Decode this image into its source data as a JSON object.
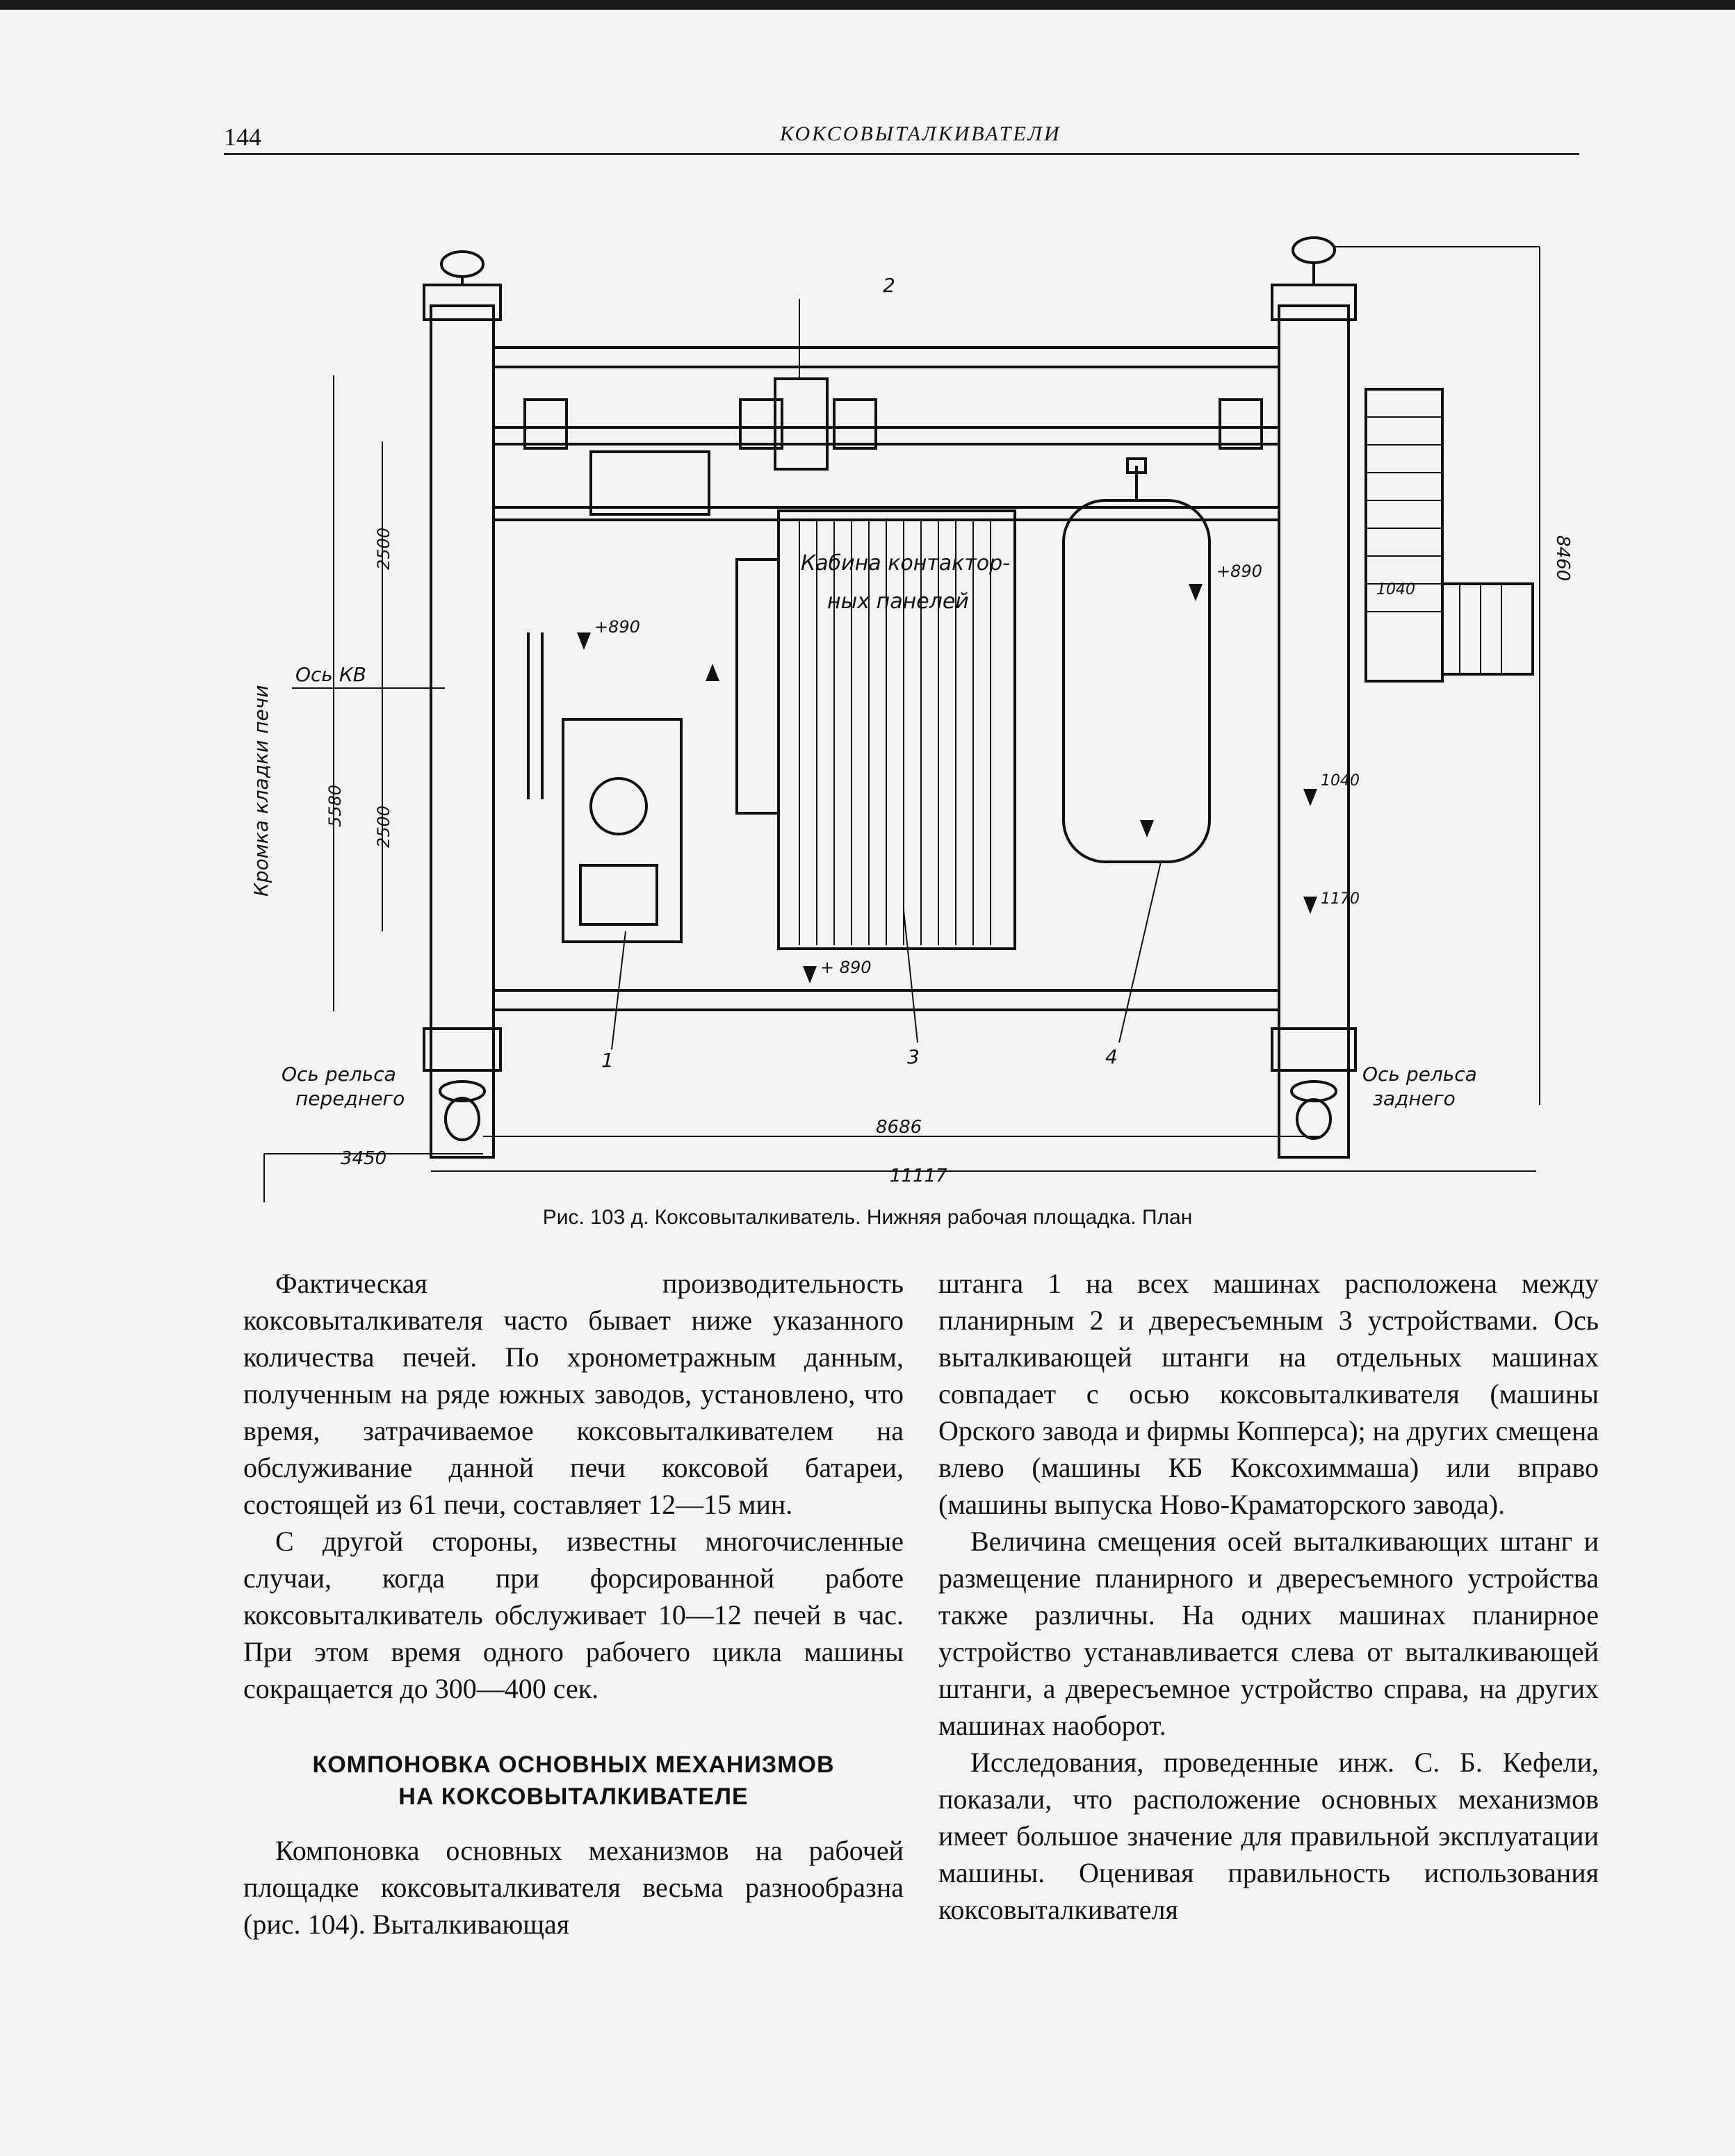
{
  "header": {
    "page_number": "144",
    "running_title": "КОКСОВЫТАЛКИВАТЕЛИ"
  },
  "figure": {
    "caption": "Рис. 103 д. Коксовыталкиватель. Нижняя рабочая площадка. План",
    "labels": {
      "cabin_line1": "Кабина контактор-",
      "cabin_line2": "ных панелей",
      "axis_kv": "Ось КВ",
      "oven_edge": "Кромка кладки печи",
      "front_rail_1": "Ось рельса",
      "front_rail_2": "переднего",
      "rear_rail_1": "Ось рельса",
      "rear_rail_2": "заднего",
      "dim_2500_top": "2500",
      "dim_2500_bottom": "2500",
      "dim_5580": "5580",
      "dim_8460": "8460",
      "dim_8686": "8686",
      "dim_3450": "3450",
      "dim_11117": "11117",
      "mark_890_a": "+890",
      "mark_890_b": "+890",
      "mark_890_c": "+ 890",
      "mark_1040_a": "1040",
      "mark_1040_b": "1040",
      "mark_1170": "1170",
      "callout_1": "1",
      "callout_2": "2",
      "callout_3": "3",
      "callout_4": "4"
    }
  },
  "left_column": {
    "p1": "Фактическая производительность коксовыталкивателя часто бывает ниже указанного количества печей. По хронометражным данным, полученным на ряде южных заводов, установлено, что время, затрачиваемое коксовыталкивателем на обслуживание данной печи коксовой батареи, состоящей из 61 печи, составляет 12—15 мин.",
    "p2": "С другой стороны, известны многочисленные случаи, когда при форсированной работе коксовыталкиватель обслуживает 10—12 печей в час. При этом время одного рабочего цикла машины сокращается до 300—400 сек.",
    "heading_line1": "КОМПОНОВКА ОСНОВНЫХ МЕХАНИЗМОВ",
    "heading_line2": "НА КОКСОВЫТАЛКИВАТЕЛЕ",
    "p3": "Компоновка основных механизмов на рабочей площадке коксовыталкивателя весьма разнообразна (рис. 104). Выталкивающая"
  },
  "right_column": {
    "p1": "штанга 1 на всех машинах расположена между планирным 2 и двересъемным 3 устройствами. Ось выталкивающей штанги на отдельных машинах совпадает с осью коксовыталкивателя (машины Орского завода и фирмы Копперса); на других смещена влево (машины КБ Коксохиммаша) или вправо (машины выпуска Ново-Краматорского завода).",
    "p2": "Величина смещения осей выталкивающих штанг и размещение планирного и двересъемного устройства также различны. На одних машинах планирное устройство устанавливается слева от выталкивающей штанги, а двересъемное устройство справа, на других машинах наоборот.",
    "p3": "Исследования, проведенные инж. С. Б. Кефели, показали, что расположение основных механизмов имеет большое значение для правильной эксплуатации машины. Оценивая правильность использования коксовыталкивателя"
  }
}
